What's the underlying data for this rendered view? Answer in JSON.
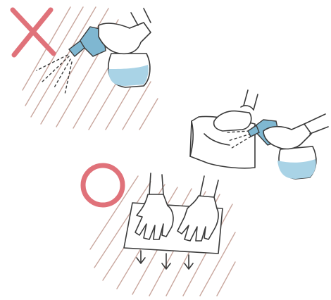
{
  "illustration": {
    "panels": [
      {
        "id": "wrong",
        "mark": "x-mark-icon",
        "action": "spray-directly-on-floor"
      },
      {
        "id": "prep",
        "mark": null,
        "action": "spray-onto-cloth"
      },
      {
        "id": "right",
        "mark": "circle-mark-icon",
        "action": "wipe-floor-with-cloth"
      }
    ],
    "colors": {
      "wrong_mark": "#e0727a",
      "right_mark": "#e0727a",
      "spray_bottle": "#7fb7d1",
      "liquid": "#a9d3e6",
      "floor_lines": "#c9a79e",
      "ink": "#3a3a3a"
    }
  }
}
